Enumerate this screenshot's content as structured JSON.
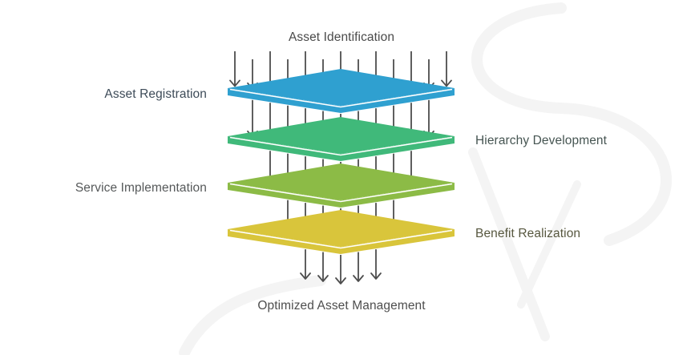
{
  "diagram": {
    "title_input": "Asset Identification",
    "output": "Optimized Asset Management",
    "layers": [
      {
        "label": "Asset Registration",
        "side": "left",
        "color": "#2fa0d0",
        "edge_color": "#2590c0",
        "arrows_above": 13
      },
      {
        "label": "Hierarchy Development",
        "side": "right",
        "color": "#40b97a",
        "edge_color": "#33a86a",
        "arrows_above": 11
      },
      {
        "label": "Service Implementation",
        "side": "left",
        "color": "#8cbb46",
        "edge_color": "#7fad3a",
        "arrows_above": 9
      },
      {
        "label": "Benefit Realization",
        "side": "right",
        "color": "#d9c53b",
        "edge_color": "#cbb52e",
        "arrows_above": 7
      }
    ],
    "arrows_below": 5,
    "arrow_color": "#4d4d4d",
    "watermark_color": "#f4f4f4"
  }
}
